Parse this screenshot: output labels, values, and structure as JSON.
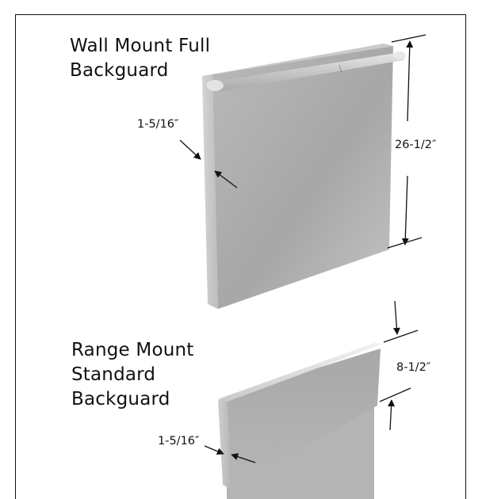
{
  "wall_backguard": {
    "title_line1": "Wall Mount Full",
    "title_line2": "Backguard",
    "depth_label": "1-5/16″",
    "height_label": "26-1/2″"
  },
  "range_backguard": {
    "title_line1": "Range Mount",
    "title_line2": "Standard",
    "title_line3": "Backguard",
    "depth_label": "1-5/16″",
    "height_label": "8-1/2″"
  }
}
